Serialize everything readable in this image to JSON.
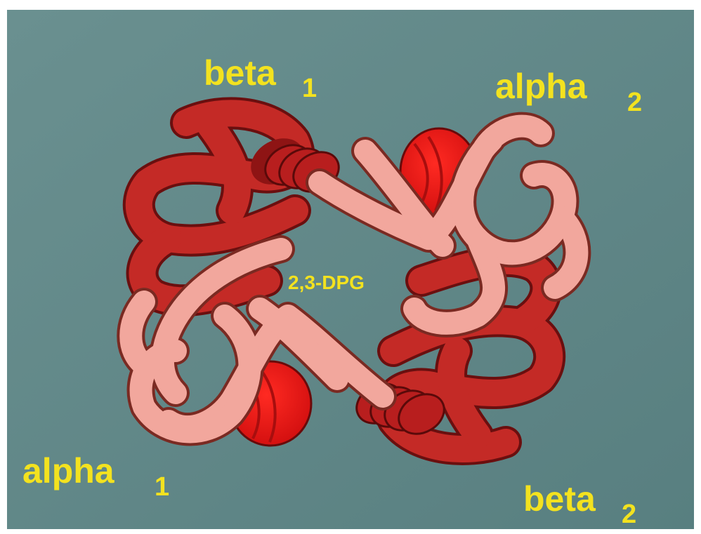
{
  "colors": {
    "background": "#5f8787",
    "background_light": "#6f9494",
    "frame": "#ffffff",
    "beta_chain": "#c42a26",
    "beta_chain_dark": "#8e1414",
    "beta_helix": "#e31b1b",
    "alpha_chain": "#f2a79d",
    "alpha_chain_edge": "#7a2a22",
    "label": "#f3e21f"
  },
  "labels": {
    "beta1": {
      "name": "beta",
      "sub": "1"
    },
    "alpha2": {
      "name": "alpha",
      "sub": "2"
    },
    "alpha1": {
      "name": "alpha",
      "sub": "1"
    },
    "beta2": {
      "name": "beta",
      "sub": "2"
    },
    "center": "2,3-DPG"
  }
}
